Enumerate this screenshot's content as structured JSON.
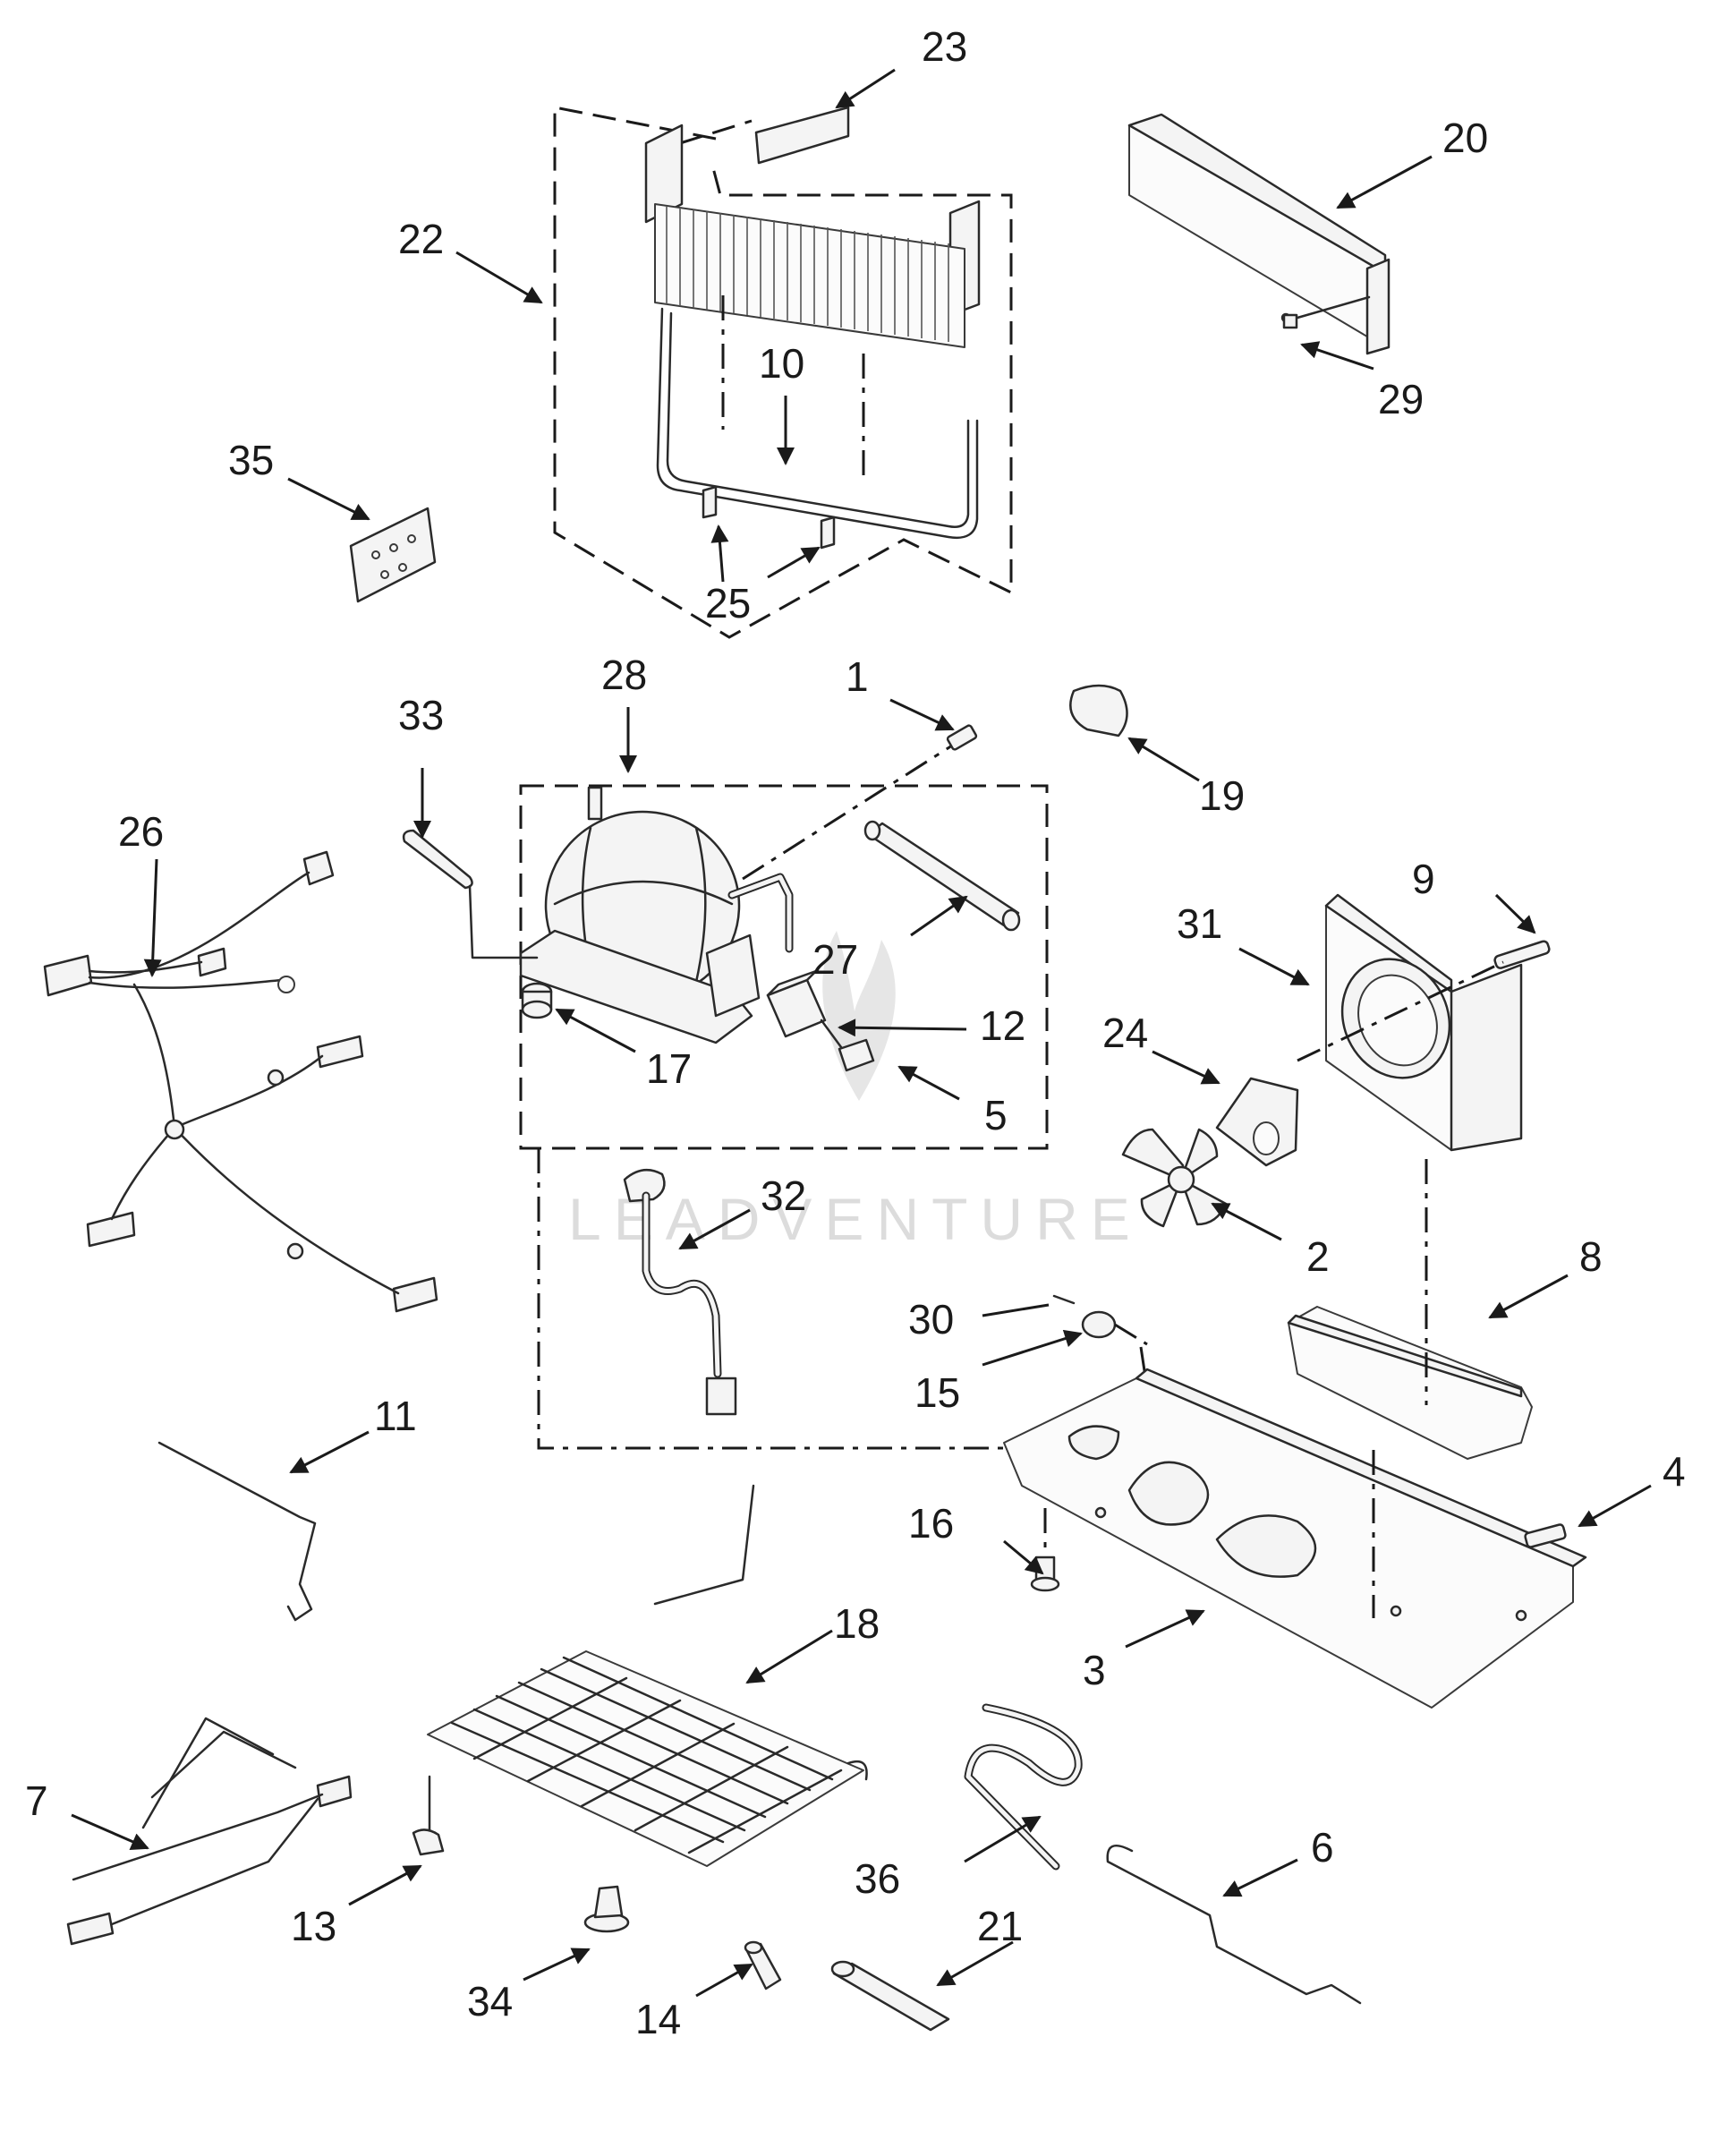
{
  "diagram": {
    "watermark": "LEADVENTURE",
    "callouts": [
      {
        "id": "1",
        "text": "1"
      },
      {
        "id": "2",
        "text": "2"
      },
      {
        "id": "3",
        "text": "3"
      },
      {
        "id": "4",
        "text": "4"
      },
      {
        "id": "5",
        "text": "5"
      },
      {
        "id": "6",
        "text": "6"
      },
      {
        "id": "7",
        "text": "7"
      },
      {
        "id": "8",
        "text": "8"
      },
      {
        "id": "9",
        "text": "9"
      },
      {
        "id": "10",
        "text": "10"
      },
      {
        "id": "11",
        "text": "11"
      },
      {
        "id": "12",
        "text": "12"
      },
      {
        "id": "13",
        "text": "13"
      },
      {
        "id": "14",
        "text": "14"
      },
      {
        "id": "15",
        "text": "15"
      },
      {
        "id": "16",
        "text": "16"
      },
      {
        "id": "17",
        "text": "17"
      },
      {
        "id": "18",
        "text": "18"
      },
      {
        "id": "19",
        "text": "19"
      },
      {
        "id": "20",
        "text": "20"
      },
      {
        "id": "21",
        "text": "21"
      },
      {
        "id": "22",
        "text": "22"
      },
      {
        "id": "23",
        "text": "23"
      },
      {
        "id": "24",
        "text": "24"
      },
      {
        "id": "25",
        "text": "25"
      },
      {
        "id": "26",
        "text": "26"
      },
      {
        "id": "27",
        "text": "27"
      },
      {
        "id": "28",
        "text": "28"
      },
      {
        "id": "29",
        "text": "29"
      },
      {
        "id": "30",
        "text": "30"
      },
      {
        "id": "31",
        "text": "31"
      },
      {
        "id": "32",
        "text": "32"
      },
      {
        "id": "33",
        "text": "33"
      },
      {
        "id": "34",
        "text": "34"
      },
      {
        "id": "35",
        "text": "35"
      },
      {
        "id": "36",
        "text": "36"
      }
    ]
  }
}
